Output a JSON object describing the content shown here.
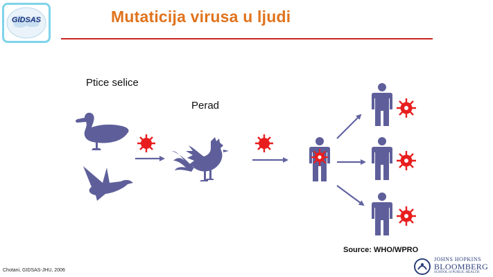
{
  "header": {
    "logo_text": "GIDSAS",
    "title": "Mutaticija virusa u ljudi"
  },
  "diagram": {
    "label_birds": "Ptice selice",
    "label_poultry": "Perad",
    "source": "Source: WHO/WPRO"
  },
  "footer": {
    "credit": "Chotani, GIDSAS-JHU,   2006",
    "jhu_line1": "JOHNS HOPKINS",
    "jhu_line2": "BLOOMBERG",
    "jhu_line3": "SCHOOL of PUBLIC HEALTH"
  },
  "colors": {
    "title": "#e0731c",
    "rule": "#cc2222",
    "animal": "#5e5f9a",
    "arrow": "#6263a0",
    "virus": "#e81e1e"
  },
  "icons": [
    "duck-icon",
    "goose-icon",
    "rooster-icon",
    "infected-person-icon",
    "person-icon",
    "virus-icon",
    "arrow-icon"
  ]
}
